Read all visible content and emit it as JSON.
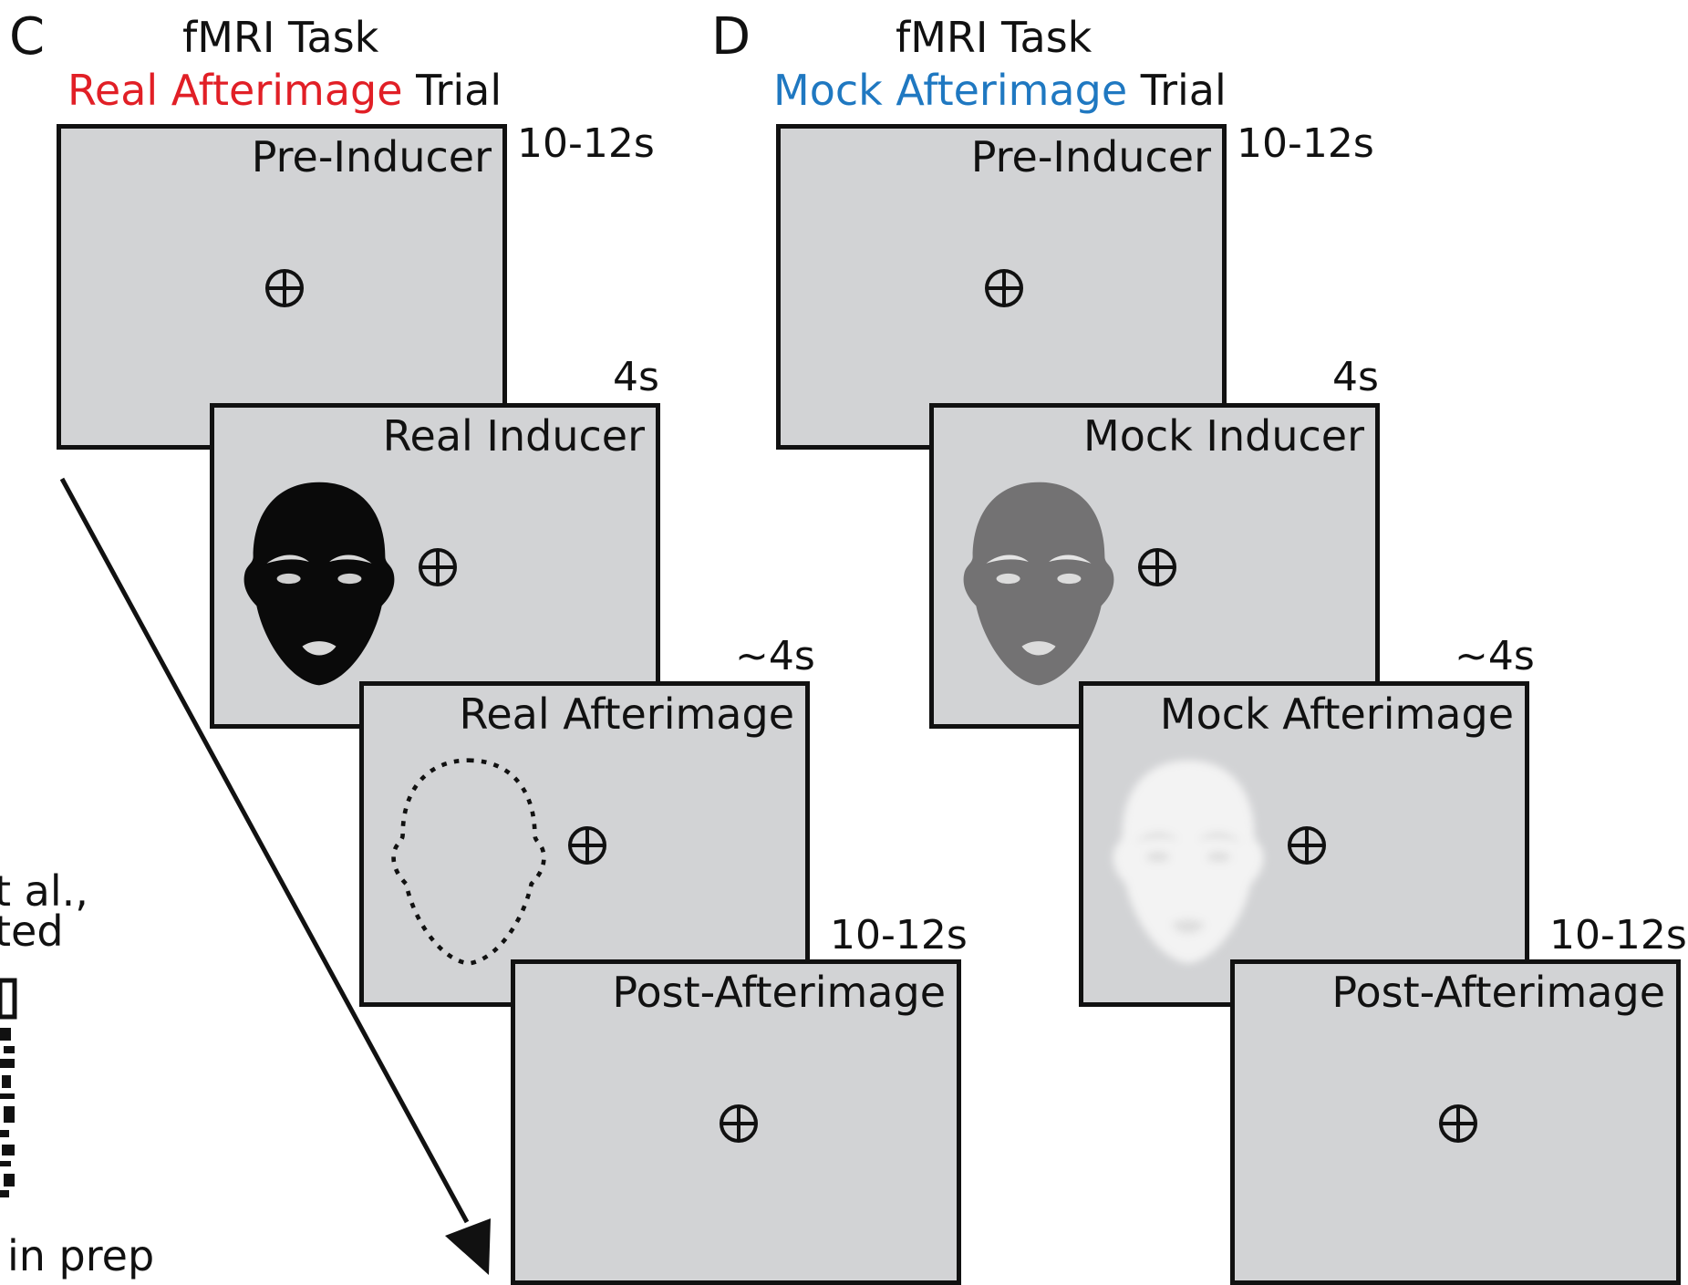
{
  "colors": {
    "real": "#e11f26",
    "mock": "#1f78c1",
    "screen_bg": "#d2d3d5",
    "border": "#111111",
    "real_face": "#0a0a0a",
    "mock_face": "#737273",
    "afterimage_face": "#f3f3f3"
  },
  "panel_c": {
    "letter": "C",
    "task": "fMRI Task",
    "trial_colored": "Real Afterimage",
    "trial_suffix": "Trial",
    "screens": [
      {
        "label": "Pre-Inducer",
        "duration": "10-12s"
      },
      {
        "label": "Real Inducer",
        "duration": "4s",
        "stimulus": "black-face"
      },
      {
        "label": "Real Afterimage",
        "duration": "~4s",
        "stimulus": "dashed-face-outline"
      },
      {
        "label": "Post-Afterimage",
        "duration": "10-12s"
      }
    ]
  },
  "panel_d": {
    "letter": "D",
    "task": "fMRI Task",
    "trial_colored": "Mock Afterimage",
    "trial_suffix": "Trial",
    "screens": [
      {
        "label": "Pre-Inducer",
        "duration": "10-12s"
      },
      {
        "label": "Mock Inducer",
        "duration": "4s",
        "stimulus": "gray-face"
      },
      {
        "label": "Mock Afterimage",
        "duration": "~4s",
        "stimulus": "faint-white-face"
      },
      {
        "label": "Post-Afterimage",
        "duration": "10-12s"
      }
    ]
  },
  "left_cutoff_text": {
    "line1": "t al.,",
    "line2": "ted",
    "line3": "in prep"
  },
  "icons": {
    "fixation": "fixation-cross-circle-icon",
    "time_arrow": "time-arrow-icon",
    "qr": "qr-code-icon"
  }
}
